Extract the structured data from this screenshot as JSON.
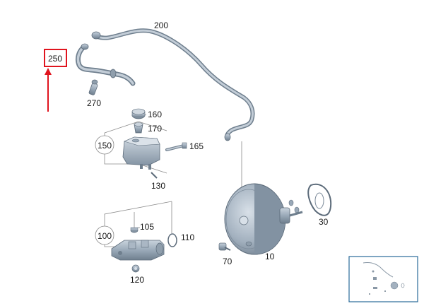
{
  "diagram": {
    "title": "",
    "highlight_color": "#e0141e",
    "part_color": "#9aa9b8",
    "part_dark": "#5c6b7a",
    "thumbnail_border": "#2a6a9a"
  },
  "labels": {
    "l200": "200",
    "l250": "250",
    "l270": "270",
    "l160": "160",
    "l170": "170",
    "l150": "150",
    "l165": "165",
    "l130": "130",
    "l105": "105",
    "l100": "100",
    "l110": "110",
    "l120": "120",
    "l70": "70",
    "l10": "10",
    "l30": "30"
  },
  "highlighted_part": "250"
}
